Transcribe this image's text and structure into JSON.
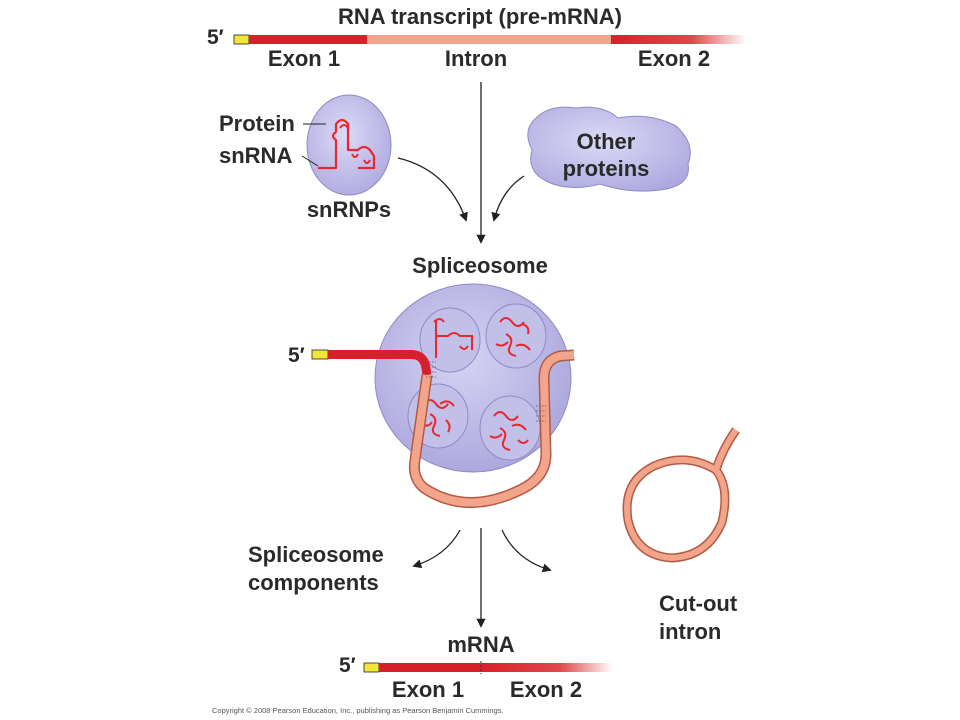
{
  "title": "RNA transcript (pre-mRNA)",
  "pre_mrna": {
    "five_prime": "5′",
    "exon1": "Exon 1",
    "intron": "Intron",
    "exon2": "Exon 2"
  },
  "snrnp": {
    "protein": "Protein",
    "snrna": "snRNA",
    "snrnps": "snRNPs"
  },
  "other_proteins": {
    "line1": "Other",
    "line2": "proteins"
  },
  "spliceosome": {
    "label": "Spliceosome",
    "five_prime": "5′"
  },
  "components": {
    "line1": "Spliceosome",
    "line2": "components"
  },
  "cut_out": {
    "line1": "Cut-out",
    "line2": "intron"
  },
  "mrna": {
    "label": "mRNA",
    "five_prime": "5′",
    "exon1": "Exon 1",
    "exon2": "Exon 2"
  },
  "copyright": "Copyright © 2008 Pearson Education, Inc., publishing as Pearson Benjamin Cummings.",
  "colors": {
    "exon": "#d8202a",
    "intron": "#f2a58a",
    "cap": "#f4e53a",
    "complex": "#c9c6ec",
    "rna_line": "#e8282e"
  }
}
